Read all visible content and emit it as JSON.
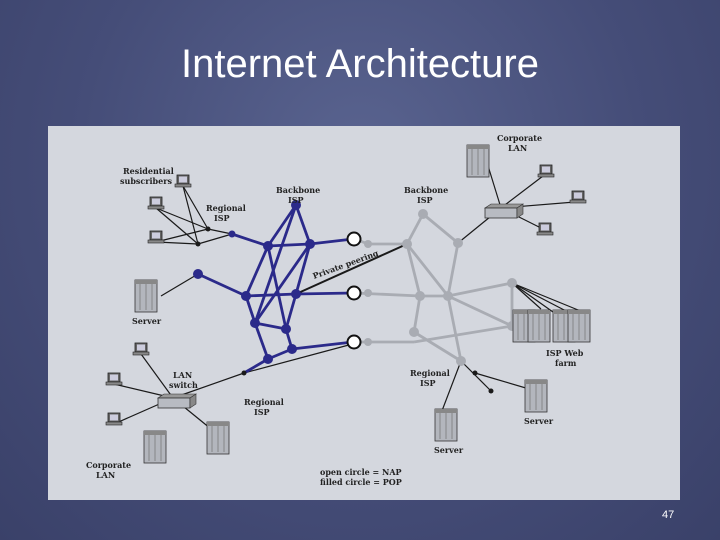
{
  "slide": {
    "title": "Internet Architecture",
    "number": "47"
  },
  "diagram": {
    "labels": {
      "residential": [
        "Residential",
        "subscribers"
      ],
      "regional_isp_left": [
        "Regional",
        "ISP"
      ],
      "backbone_isp_left": [
        "Backbone",
        "ISP"
      ],
      "backbone_isp_right": [
        "Backbone",
        "ISP"
      ],
      "corporate_lan_top": [
        "Corporate",
        "LAN"
      ],
      "server_left": "Server",
      "private_peering": "Private peering",
      "lan_switch": [
        "LAN",
        "switch"
      ],
      "regional_isp_bottom": [
        "Regional",
        "ISP"
      ],
      "regional_isp_right": [
        "Regional",
        "ISP"
      ],
      "isp_web_farm": [
        "ISP Web",
        "farm"
      ],
      "server_right": "Server",
      "server_bottom": "Server",
      "corporate_lan_bottom": [
        "Corporate",
        "LAN"
      ],
      "legend_nap": "open circle = NAP",
      "legend_pop": "filled circle = POP"
    },
    "colors": {
      "backbone_left": "#2b2a8a",
      "backbone_right": "#a9acb3",
      "access_lines": "#1a1a1a",
      "figure_bg": "#d4d7de"
    }
  }
}
